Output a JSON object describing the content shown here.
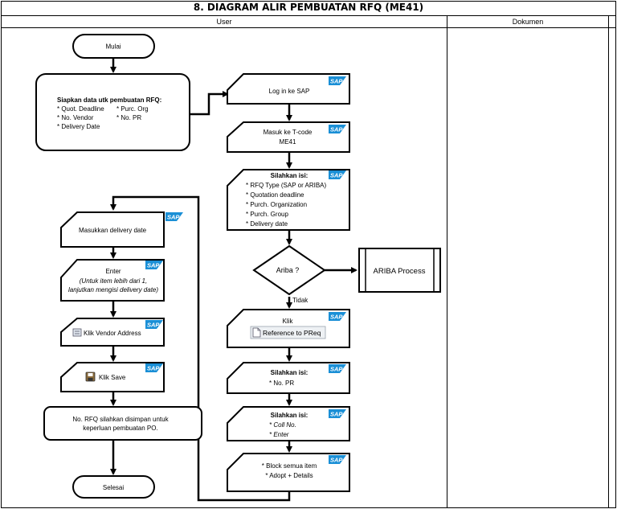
{
  "title": "8. DIAGRAM ALIR PEMBUATAN RFQ (ME41)",
  "columns": {
    "user": "User",
    "dokumen": "Dokumen"
  },
  "badge": "SAP",
  "nodes": {
    "mulai": "Mulai",
    "siapkan_title": "Siapkan data utk pembuatan RFQ:",
    "siapkan_col1": [
      "* Quot. Deadline",
      "* No. Vendor",
      "* Delivery Date"
    ],
    "siapkan_col2": [
      "* Purc. Org",
      "* No. PR"
    ],
    "login": "Log in ke SAP",
    "tcode": [
      "Masuk ke T-code",
      "ME41"
    ],
    "isi1_title": "Silahkan isi:",
    "isi1_items": [
      "* RFQ Type (SAP or ARIBA)",
      "* Quotation deadline",
      "* Purch. Organization",
      "* Purch. Group",
      "* Delivery date"
    ],
    "decision": "Ariba ?",
    "ariba": "ARIBA Process",
    "tidak": "Tidak",
    "klik": "Klik",
    "ref_btn": "Reference to PReq",
    "isi2_title": "Silahkan isi:",
    "isi2_items": [
      "* No. PR"
    ],
    "isi3_title": "Silahkan isi:",
    "isi3_items": [
      "* Coll No.",
      "* Enter"
    ],
    "block": [
      "* Block semua item",
      "* Adopt + Details"
    ],
    "delivery": "Masukkan delivery date",
    "enter": "Enter",
    "enter_note": [
      "(Untuk item lebih dari 1,",
      "lanjutkan mengisi delivery date)"
    ],
    "vendor": "Klik Vendor Address",
    "save": "Klik Save",
    "norfq": [
      "No. RFQ silahkan disimpan untuk",
      "keperluan pembuatan PO."
    ],
    "selesai": "Selesai"
  },
  "colors": {
    "line": "#000000",
    "badge_blue": "#1a8fd6",
    "fill": "#ffffff"
  },
  "icons": {
    "vendor": "address-icon",
    "save": "save-disk-icon",
    "ref": "document-icon"
  }
}
